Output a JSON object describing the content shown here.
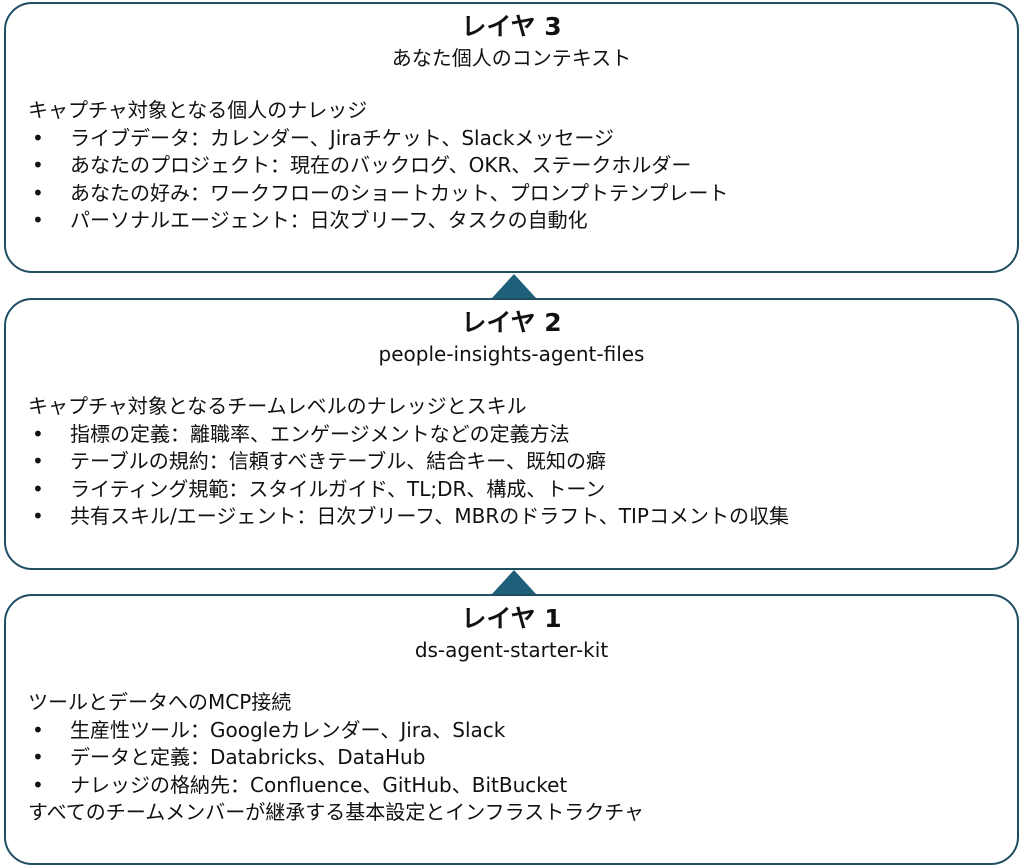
{
  "colors": {
    "border": "#1f4e63",
    "connector": "#1f5f7a"
  },
  "layers": [
    {
      "title": "レイヤ 3",
      "subtitle": "あなた個人のコンテキスト",
      "heading": "キャプチャ対象となる個人のナレッジ",
      "items": [
        "ライブデータ：カレンダー、Jiraチケット、Slackメッセージ",
        "あなたのプロジェクト：現在のバックログ、OKR、ステークホルダー",
        "あなたの好み：ワークフローのショートカット、プロンプトテンプレート",
        "パーソナルエージェント：日次ブリーフ、タスクの自動化"
      ],
      "footer": ""
    },
    {
      "title": "レイヤ 2",
      "subtitle": "people-insights-agent-files",
      "heading": "キャプチャ対象となるチームレベルのナレッジとスキル",
      "items": [
        "指標の定義：離職率、エンゲージメントなどの定義方法",
        "テーブルの規約：信頼すべきテーブル、結合キー、既知の癖",
        "ライティング規範：スタイルガイド、TL;DR、構成、トーン",
        "共有スキル/エージェント：日次ブリーフ、MBRのドラフト、TIPコメントの収集"
      ],
      "footer": ""
    },
    {
      "title": "レイヤ 1",
      "subtitle": "ds-agent-starter-kit",
      "heading": "ツールとデータへのMCP接続",
      "items": [
        "生産性ツール：Googleカレンダー、Jira、Slack",
        "データと定義：Databricks、DataHub",
        "ナレッジの格納先：Confluence、GitHub、BitBucket"
      ],
      "footer": "すべてのチームメンバーが継承する基本設定とインフラストラクチャ"
    }
  ]
}
